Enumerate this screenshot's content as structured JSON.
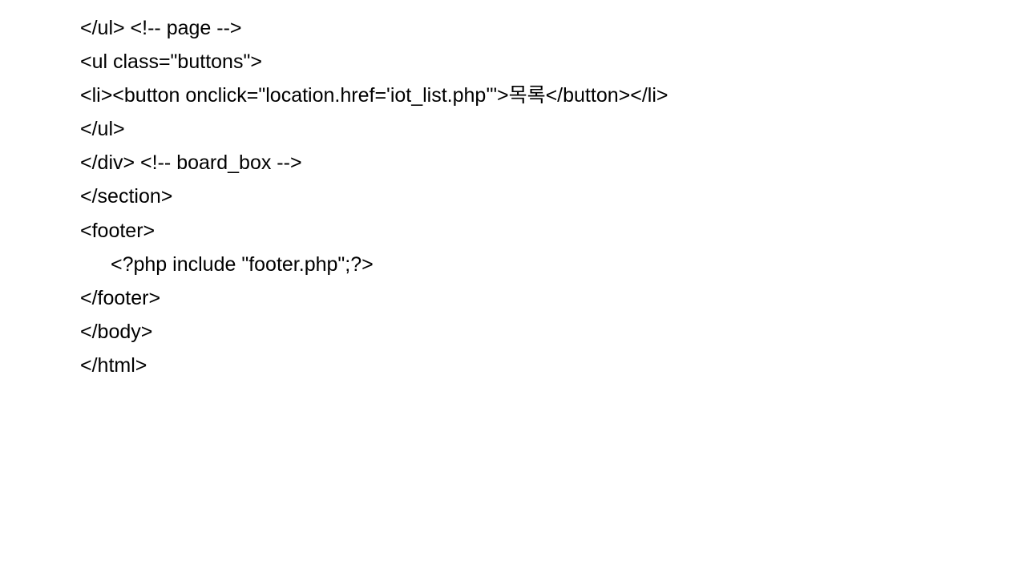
{
  "lines": [
    {
      "text": "</ul> <!-- page -->",
      "indent": false
    },
    {
      "text": "<ul class=\"buttons\">",
      "indent": false
    },
    {
      "text": "<li><button onclick=\"location.href='iot_list.php'\">목록</button></li>",
      "indent": false
    },
    {
      "text": "</ul>",
      "indent": false
    },
    {
      "text": "</div> <!-- board_box -->",
      "indent": false
    },
    {
      "text": "</section>",
      "indent": false
    },
    {
      "text": "<footer>",
      "indent": false
    },
    {
      "text": "<?php include \"footer.php\";?>",
      "indent": true
    },
    {
      "text": "</footer>",
      "indent": false
    },
    {
      "text": "</body>",
      "indent": false
    },
    {
      "text": "</html>",
      "indent": false
    }
  ]
}
